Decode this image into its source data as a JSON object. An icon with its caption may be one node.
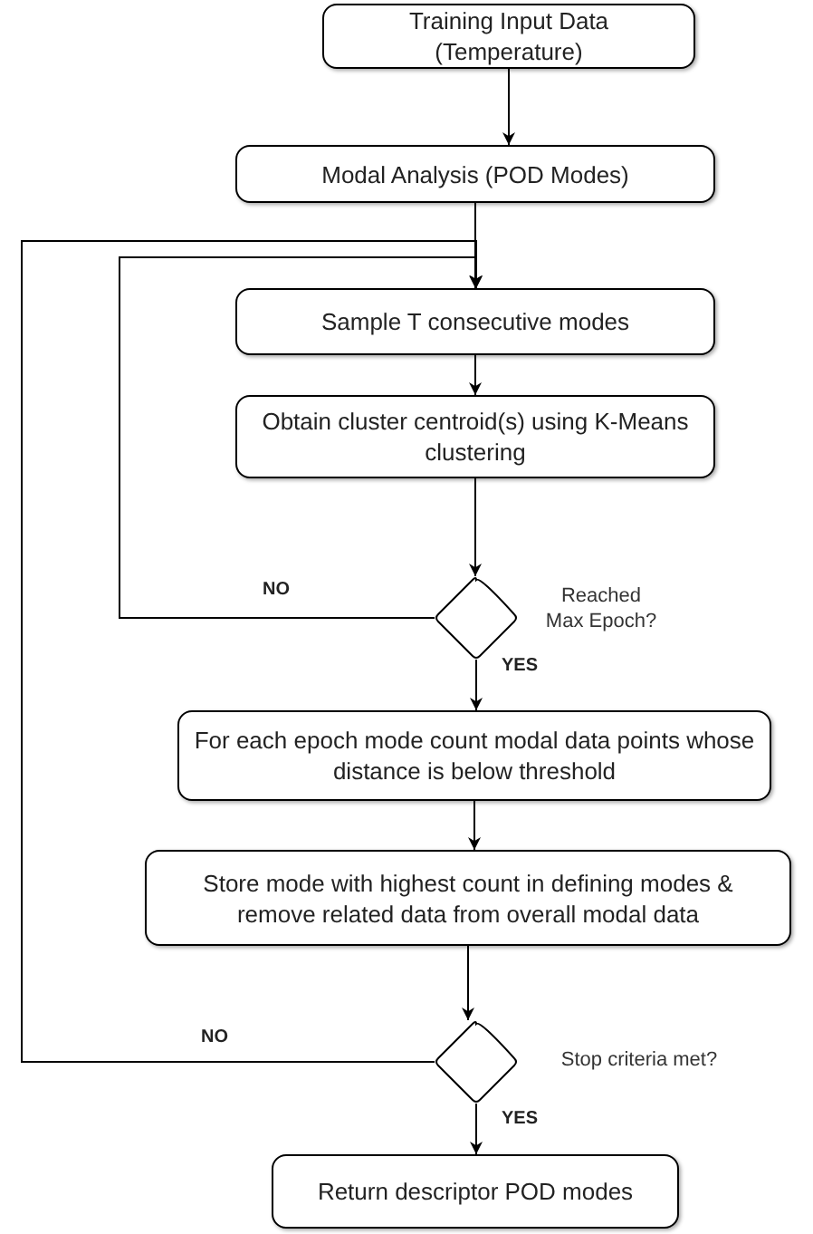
{
  "diagram": {
    "nodes": [
      {
        "text": [
          "Training Input Data (Temperature)"
        ]
      },
      {
        "text": [
          "Modal Analysis (POD Modes)"
        ]
      },
      {
        "text": [
          "Sample T consecutive modes"
        ]
      },
      {
        "text": [
          "Obtain cluster centroid(s) using K-Means clustering"
        ]
      },
      {
        "text": [],
        "shape": "diamond",
        "beside": [
          "Reached Max Epoch?"
        ]
      },
      {
        "text": [
          "For each epoch mode count modal data points whose distance is below threshold"
        ]
      },
      {
        "text": [
          "Store mode with highest count in defining modes & remove related data from overall modal data"
        ]
      },
      {
        "text": [],
        "shape": "diamond",
        "beside": [
          "Stop criteria met?"
        ]
      },
      {
        "text": [
          "Return descriptor POD modes"
        ]
      }
    ],
    "edges": [
      {
        "from": 0,
        "to": 1,
        "arrow": "to"
      },
      {
        "from": 1,
        "to": 2,
        "arrow": "to"
      },
      {
        "from": 2,
        "to": 3,
        "arrow": "to"
      },
      {
        "from": 3,
        "to": 4,
        "arrow": "to"
      },
      {
        "from": 4,
        "to": 2,
        "arrow": "to",
        "label": "NO"
      },
      {
        "from": 4,
        "to": 5,
        "arrow": "to",
        "label": "YES"
      },
      {
        "from": 5,
        "to": 6,
        "arrow": "to"
      },
      {
        "from": 6,
        "to": 7,
        "arrow": "to"
      },
      {
        "from": 7,
        "to": 2,
        "arrow": "to",
        "label": "NO"
      },
      {
        "from": 7,
        "to": 8,
        "arrow": "to",
        "label": "YES"
      }
    ]
  }
}
